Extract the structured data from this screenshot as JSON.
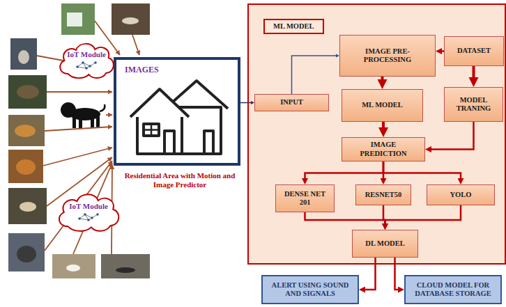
{
  "diagram": {
    "nodes": [
      {
        "text": [
          "IMAGES",
          "Residential Area with Motion and Image Predictor"
        ]
      },
      {
        "text": [
          "IoT Module"
        ]
      },
      {
        "text": [
          "IoT Module"
        ]
      },
      {
        "text": [
          "ML MODEL"
        ]
      },
      {
        "text": [
          "INPUT"
        ],
        "in": 3
      },
      {
        "text": [
          "IMAGE PRE-PROCESSING"
        ],
        "in": 3
      },
      {
        "text": [
          "DATASET"
        ],
        "in": 3
      },
      {
        "text": [
          "ML MODEL"
        ],
        "in": 3
      },
      {
        "text": [
          "MODEL TRANING"
        ],
        "in": 3
      },
      {
        "text": [
          "IMAGE PREDICTION"
        ],
        "in": 3
      },
      {
        "text": [
          "DENSE NET 201"
        ],
        "in": 3
      },
      {
        "text": [
          "RESNET50"
        ],
        "in": 3
      },
      {
        "text": [
          "YOLO"
        ],
        "in": 3
      },
      {
        "text": [
          "DL MODEL"
        ],
        "in": 3
      },
      {
        "text": [
          "ALERT USING SOUND AND SIGNALS"
        ]
      },
      {
        "text": [
          "CLOUD MODEL FOR DATABASE STORAGE"
        ]
      }
    ],
    "edges": [
      {
        "from": 0,
        "to": 4,
        "arrow": "to"
      },
      {
        "from": 4,
        "to": 5,
        "arrow": "to"
      },
      {
        "from": 6,
        "to": 5,
        "arrow": "to"
      },
      {
        "from": 6,
        "to": 8,
        "arrow": "to"
      },
      {
        "from": 5,
        "to": 7,
        "arrow": "to"
      },
      {
        "from": 7,
        "to": 9,
        "arrow": "to"
      },
      {
        "from": 8,
        "to": 9,
        "arrow": "to"
      },
      {
        "from": 9,
        "to": 10,
        "arrow": "to"
      },
      {
        "from": 9,
        "to": 11,
        "arrow": "to"
      },
      {
        "from": 9,
        "to": 12,
        "arrow": "to"
      },
      {
        "from": 10,
        "to": 13,
        "arrow": "to"
      },
      {
        "from": 11,
        "to": 13,
        "arrow": "to"
      },
      {
        "from": 12,
        "to": 13,
        "arrow": "to"
      },
      {
        "from": 13,
        "to": 14,
        "arrow": "to"
      },
      {
        "from": 13,
        "to": 15,
        "arrow": "to"
      }
    ]
  }
}
